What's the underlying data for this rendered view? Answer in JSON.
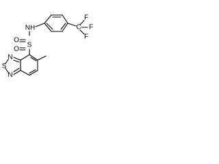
{
  "structure": {
    "atoms": {
      "nh": "NH",
      "so2_s": "S",
      "so2_o_top": "O",
      "so2_o_bottom": "O",
      "cf3_c": "C",
      "cf3_f_top": "F",
      "cf3_f_right": "F",
      "cf3_f_bottom": "F",
      "ring_n_top": "N",
      "ring_s": "S",
      "ring_n_bottom": "N"
    }
  }
}
